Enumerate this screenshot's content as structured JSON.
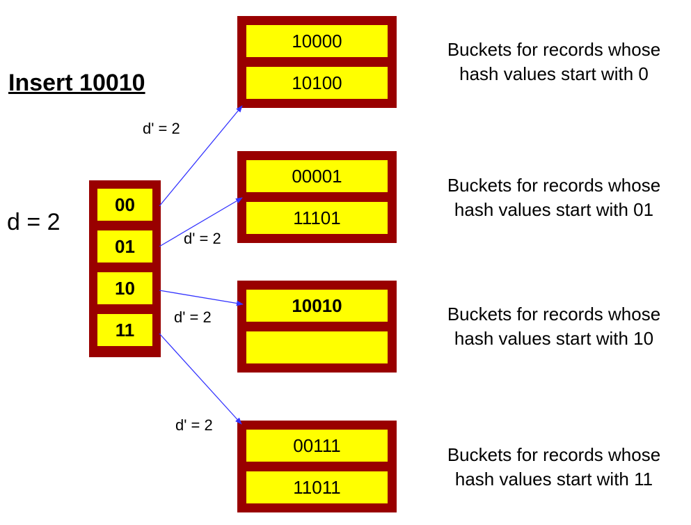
{
  "title": "Insert 10010",
  "global_depth_label": "d = 2",
  "directory": [
    "00",
    "01",
    "10",
    "11"
  ],
  "colors": {
    "frame": "#990000",
    "fill": "#ffff00",
    "arrow": "#3333ff"
  },
  "buckets": [
    {
      "records": [
        "10000",
        "10100"
      ],
      "local_depth_label": "d' = 2",
      "caption_line1": "Buckets for records whose",
      "caption_line2": "hash values start with 0"
    },
    {
      "records": [
        "00001",
        "11101"
      ],
      "local_depth_label": "d' = 2",
      "caption_line1": "Buckets for records whose",
      "caption_line2": "hash values start with 01"
    },
    {
      "records": [
        "10010",
        ""
      ],
      "local_depth_label": "d' = 2",
      "caption_line1": "Buckets for records whose",
      "caption_line2": "hash values start with 10"
    },
    {
      "records": [
        "00111",
        "11011"
      ],
      "local_depth_label": "d' = 2",
      "caption_line1": "Buckets for records whose",
      "caption_line2": "hash values start with 11"
    }
  ]
}
